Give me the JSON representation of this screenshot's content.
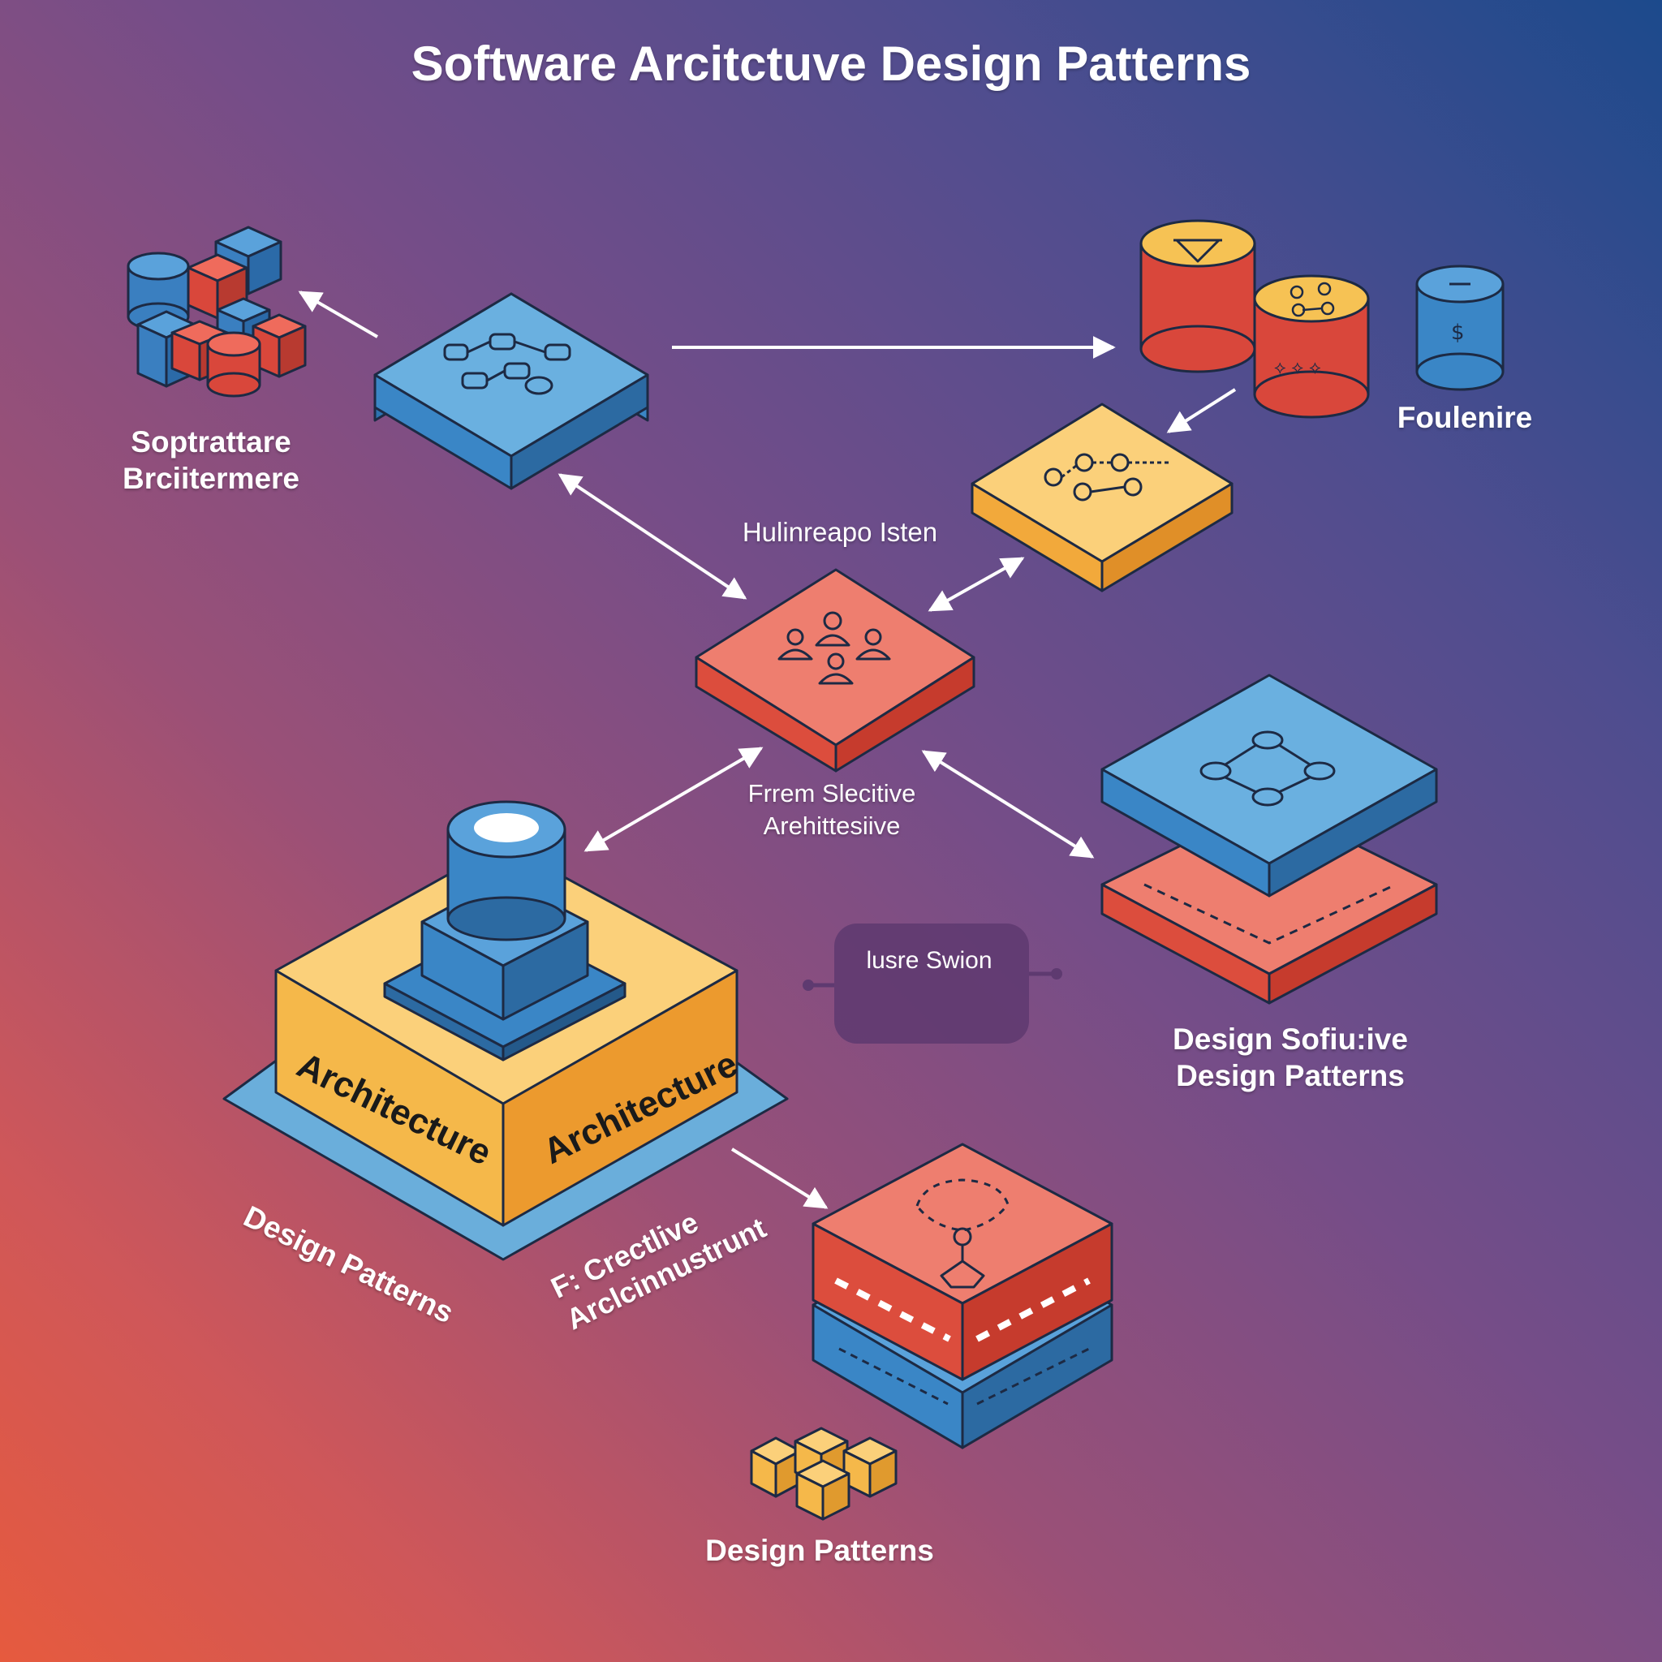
{
  "title": "Software Arcitctuve Design Patterns",
  "labels": {
    "top_left": "Soptrattare Brciitermere",
    "top_right": "Foulenire",
    "center": "Hulinreapo Isten",
    "middle": "Frrem Slecitive Arehittesiive",
    "pill": "lusre Swion",
    "right": "Design Sofiu:ive Design Patterns",
    "left_base": "Design Patterns",
    "left_infra": "F: Crectlive Arclcinnustrunt",
    "bottom": "Design Patterns"
  },
  "block_faces": {
    "left": "Architecture",
    "right": "Architecture"
  },
  "nodes": [
    {
      "id": "top-blue-platform",
      "color": "#5b9fd1",
      "icon": "connected-shapes-icon"
    },
    {
      "id": "cube-cluster",
      "color": "#d9473b",
      "icon": "cube-cluster-icon"
    },
    {
      "id": "database-cylinders",
      "color": "#f4b65a",
      "icon": "database-icon"
    },
    {
      "id": "yellow-platform",
      "color": "#f8c05c",
      "icon": "node-graph-icon"
    },
    {
      "id": "red-center-platform",
      "color": "#ec6a5a",
      "icon": "people-group-icon"
    },
    {
      "id": "blue-red-stack",
      "color": "#5b9fd1",
      "icon": "network-icon"
    },
    {
      "id": "architecture-block",
      "color": "#f6b84a",
      "icon": "server-cylinder-icon"
    },
    {
      "id": "red-blue-stack",
      "color": "#e8584a",
      "icon": "hierarchy-icon"
    },
    {
      "id": "small-cubes",
      "color": "#f6b84a",
      "icon": "cubes-icon"
    }
  ],
  "colors": {
    "blue": "#5b9fd1",
    "red": "#e8584a",
    "yellow": "#f6b84a",
    "purple_pill": "#5e3a70"
  }
}
